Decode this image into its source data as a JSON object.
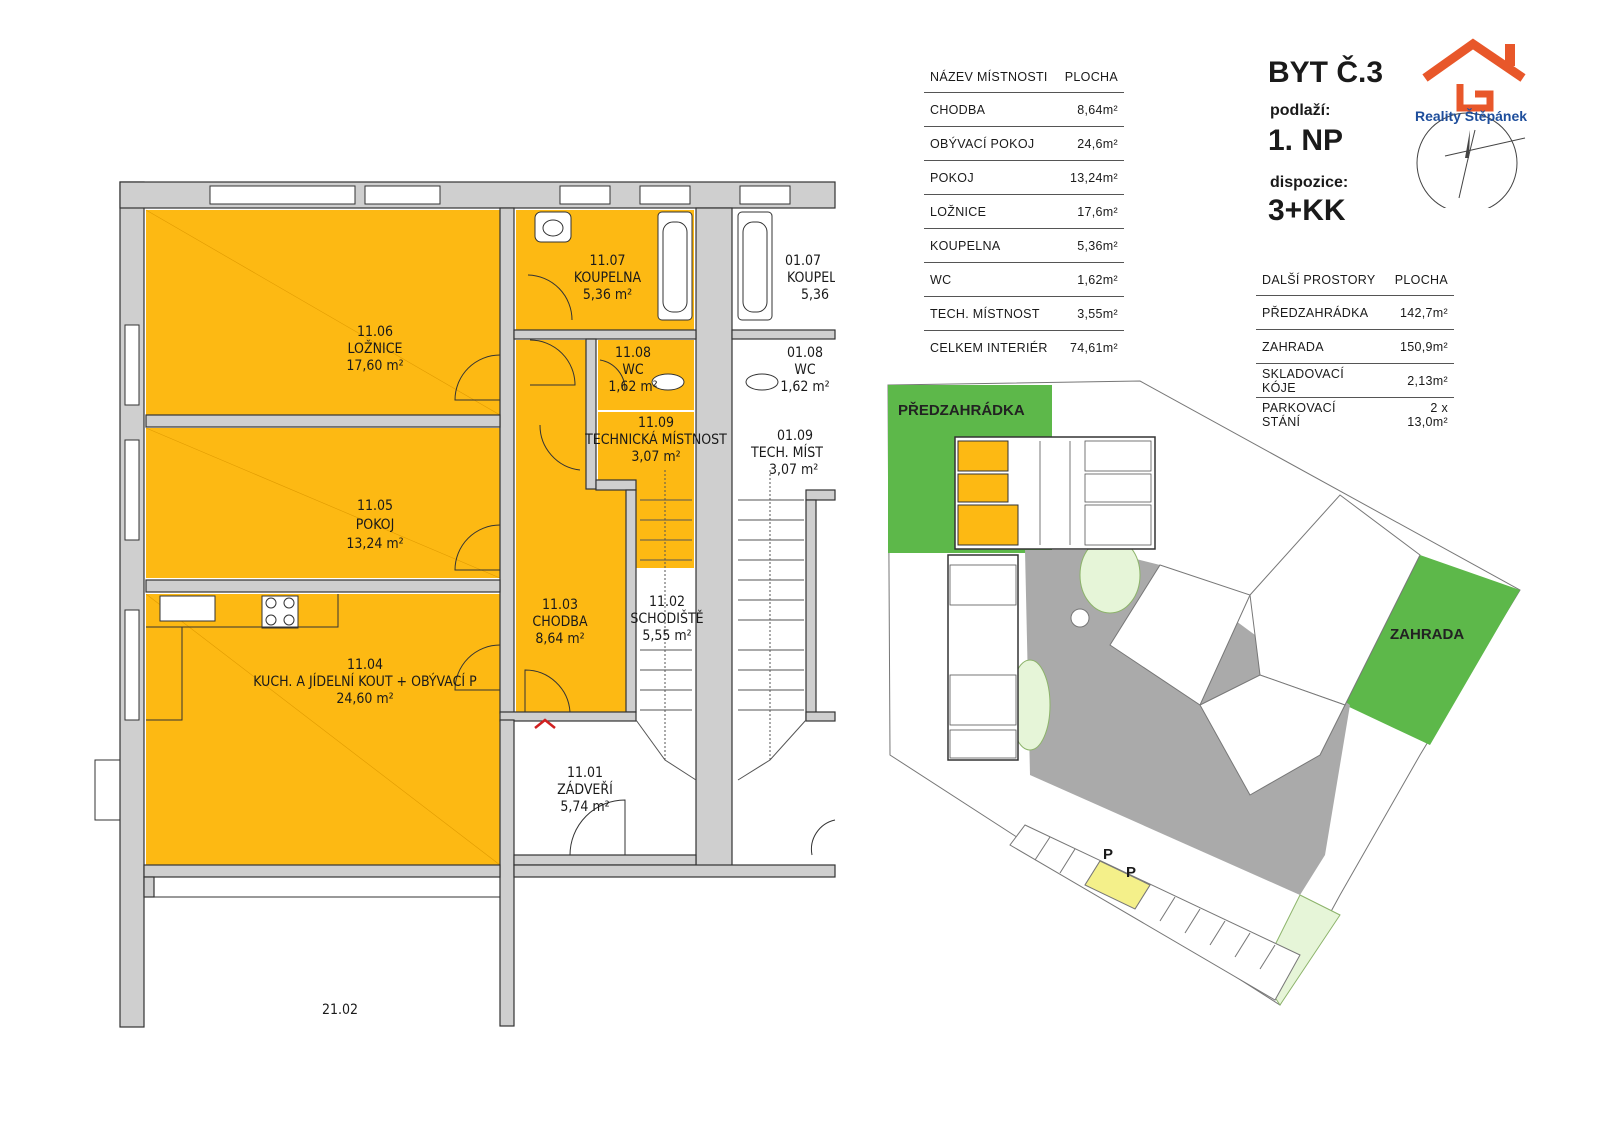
{
  "floorplan": {
    "rooms": [
      {
        "id": "11.06",
        "name": "LOŽNICE",
        "area": "17,60 m²"
      },
      {
        "id": "11.05",
        "name": "POKOJ",
        "area": "13,24 m²"
      },
      {
        "id": "11.04",
        "name": "KUCH. A JÍDELNÍ KOUT + OBÝVACÍ P",
        "area": "24,60 m²"
      },
      {
        "id": "11.07",
        "name": "KOUPELNA",
        "area": "5,36 m²"
      },
      {
        "id": "11.08",
        "name": "WC",
        "area": "1,62 m²"
      },
      {
        "id": "11.09",
        "name": "TECHNICKÁ MÍSTNOST",
        "area": "3,07 m²"
      },
      {
        "id": "11.03",
        "name": "CHODBA",
        "area": "8,64 m²"
      },
      {
        "id": "11.02",
        "name": "SCHODIŠTĚ",
        "area": "5,55 m²"
      },
      {
        "id": "11.01",
        "name": "ZÁDVEŘÍ",
        "area": "5,74 m²"
      }
    ],
    "neighbor_rooms": [
      {
        "id": "01.07",
        "name": "KOUPELNA",
        "area": "5,36"
      },
      {
        "id": "01.08",
        "name": "WC",
        "area": "1,62 m²"
      },
      {
        "id": "01.09",
        "name": "TECH. MÍST",
        "area": "3,07 m²"
      },
      {
        "id": "21.02",
        "name": "",
        "area": ""
      }
    ],
    "highlight_color": "#FDB913"
  },
  "room_table": {
    "header": {
      "name": "NÁZEV MÍSTNOSTI",
      "area": "PLOCHA"
    },
    "rows": [
      {
        "name": "CHODBA",
        "area": "8,64m²"
      },
      {
        "name": "OBÝVACÍ POKOJ",
        "area": "24,6m²"
      },
      {
        "name": "POKOJ",
        "area": "13,24m²"
      },
      {
        "name": "LOŽNICE",
        "area": "17,6m²"
      },
      {
        "name": "KOUPELNA",
        "area": "5,36m²"
      },
      {
        "name": "WC",
        "area": "1,62m²"
      },
      {
        "name": "TECH. MÍSTNOST",
        "area": "3,55m²"
      },
      {
        "name": "CELKEM INTERIÉR",
        "area": "74,61m²"
      }
    ]
  },
  "unit": {
    "title": "BYT Č.3",
    "floor_label": "podlaží:",
    "floor_value": "1. NP",
    "layout_label": "dispozice:",
    "layout_value": "3+KK"
  },
  "extra_table": {
    "header": {
      "name": "DALŠÍ PROSTORY",
      "area": "PLOCHA"
    },
    "rows": [
      {
        "name": "PŘEDZAHRÁDKA",
        "area": "142,7m²"
      },
      {
        "name": "ZAHRADA",
        "area": "150,9m²"
      },
      {
        "name": "SKLADOVACÍ KÓJE",
        "area": "2,13m²"
      },
      {
        "name": "PARKOVACÍ STÁNÍ",
        "area": "2 x 13,0m²"
      }
    ]
  },
  "logo": {
    "text": "Reality Štěpánek",
    "roof_color": "#E8572A",
    "text_color": "#1E4E9C"
  },
  "siteplan": {
    "front_garden_label": "PŘEDZAHRÁDKA",
    "garden_label": "ZAHRADA",
    "parking_labels": [
      "P",
      "P"
    ],
    "green_color": "#5DB84A",
    "parking_color": "#F4F08A"
  }
}
